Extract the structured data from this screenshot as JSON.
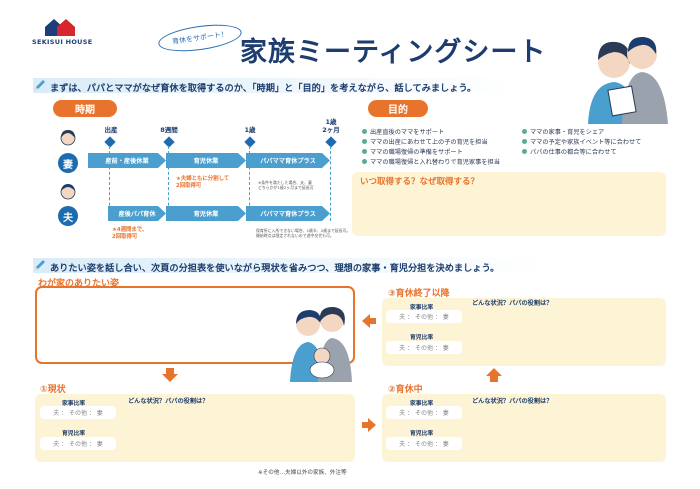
{
  "brand": {
    "name": "SEKISUI HOUSE",
    "colors": {
      "house_blue": "#1f3d7a",
      "house_red": "#d8262f"
    }
  },
  "badge": "育休をサポート！",
  "title": "家族ミーティングシート",
  "intro": "まずは、パパとママがなぜ育休を取得するのか、「時期」と「目的」を考えながら、話してみましょう。",
  "timing": {
    "header": "時期",
    "milestones": [
      "出産",
      "8週間",
      "1歳",
      "1歳\n2ヶ月"
    ],
    "mother_role": "妻",
    "father_role": "夫",
    "mother_row": [
      "産前・産後休業",
      "育児休業",
      "パパママ育休プラス"
    ],
    "father_row": [
      "産後パパ育休",
      "育児休業",
      "パパママ育休プラス"
    ],
    "note_split": "★夫婦ともに分割して\n2回取得可",
    "note_plus": "※条件を満たした場合、夫、妻\nどちらかが1歳2ヶ月まで延長可",
    "note_four_weeks": "★4週間まで、\n2回取得可",
    "note_nursery": "保育所に入所できない場合、1歳半、2歳まで延長可。\n開始時点は限定されないので途中交代も可。"
  },
  "purpose": {
    "header": "目的",
    "items": [
      "出産直後のママをサポート",
      "ママの家事・育児をシェア",
      "ママの出産にあわせて上の子の育児を担当",
      "ママの予定や家族イベント等に合わせて",
      "ママの職場復帰の準備をサポート",
      "パパの仕事の都合等に合わせて",
      "ママの職場復帰と入れ替わりで育児家事を担当"
    ],
    "question": "いつ取得する？なぜ取得する？"
  },
  "second_intro": "ありたい姿を話し合い、次頁の分担表を使いながら現状を省みつつ、理想の家事・育児分担を決めましょう。",
  "ideal": {
    "header": "わが家のありたい姿"
  },
  "sections": {
    "current": {
      "header": "①現状"
    },
    "during": {
      "header": "②育休中"
    },
    "after": {
      "header": "③育休終了以降"
    }
  },
  "labels": {
    "housework_ratio": "家事比率",
    "childcare_ratio": "育児比率",
    "ratio_placeholder": "夫 ： その他 ： 妻",
    "situation_question": "どんな状況？パパの役割は？"
  },
  "footer_note": "※その他…夫婦以外の家族、外注等",
  "colors": {
    "accent_orange": "#e8732c",
    "blue": "#1f6bb0",
    "arrow_blue": "#4a9fcf",
    "cream": "#fdf4d6",
    "teal": "#5aaa96",
    "navy": "#1d3d6e"
  }
}
